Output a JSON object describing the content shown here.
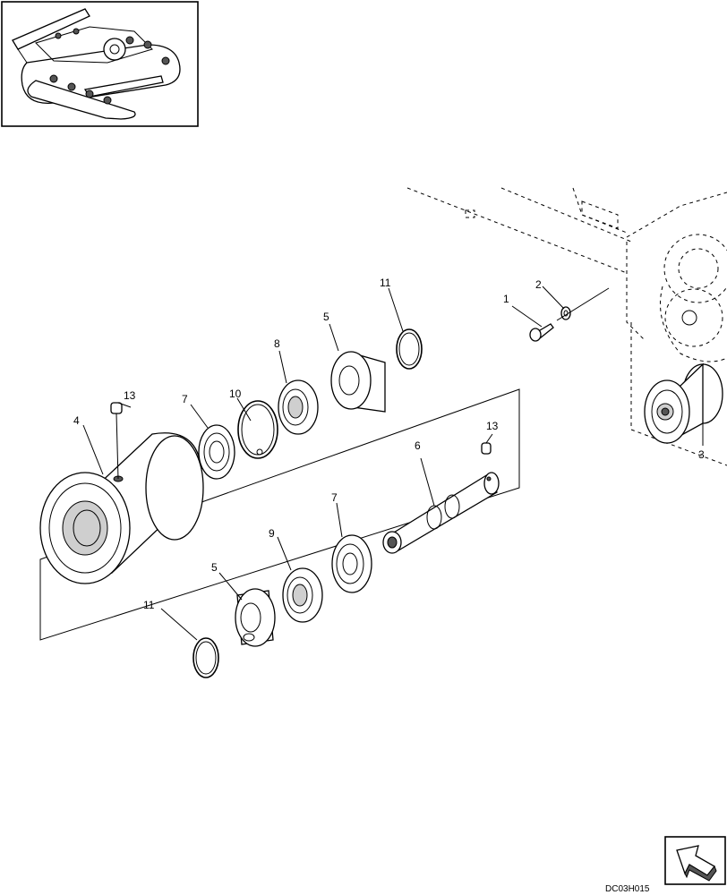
{
  "diagram": {
    "drawing_code": "DC03H015",
    "callouts": [
      {
        "id": "c1",
        "label": "1"
      },
      {
        "id": "c2",
        "label": "2"
      },
      {
        "id": "c3",
        "label": "3"
      },
      {
        "id": "c4",
        "label": "4"
      },
      {
        "id": "c5a",
        "label": "5"
      },
      {
        "id": "c5b",
        "label": "5"
      },
      {
        "id": "c6",
        "label": "6"
      },
      {
        "id": "c7a",
        "label": "7"
      },
      {
        "id": "c7b",
        "label": "7"
      },
      {
        "id": "c8",
        "label": "8"
      },
      {
        "id": "c9",
        "label": "9"
      },
      {
        "id": "c10",
        "label": "10"
      },
      {
        "id": "c11a",
        "label": "11"
      },
      {
        "id": "c11b",
        "label": "11"
      },
      {
        "id": "c13a",
        "label": "13"
      },
      {
        "id": "c13b",
        "label": "13"
      }
    ],
    "icons": {
      "locator": "excavator-undercarriage-locator-icon",
      "next_page": "next-page-arrow-icon"
    }
  }
}
